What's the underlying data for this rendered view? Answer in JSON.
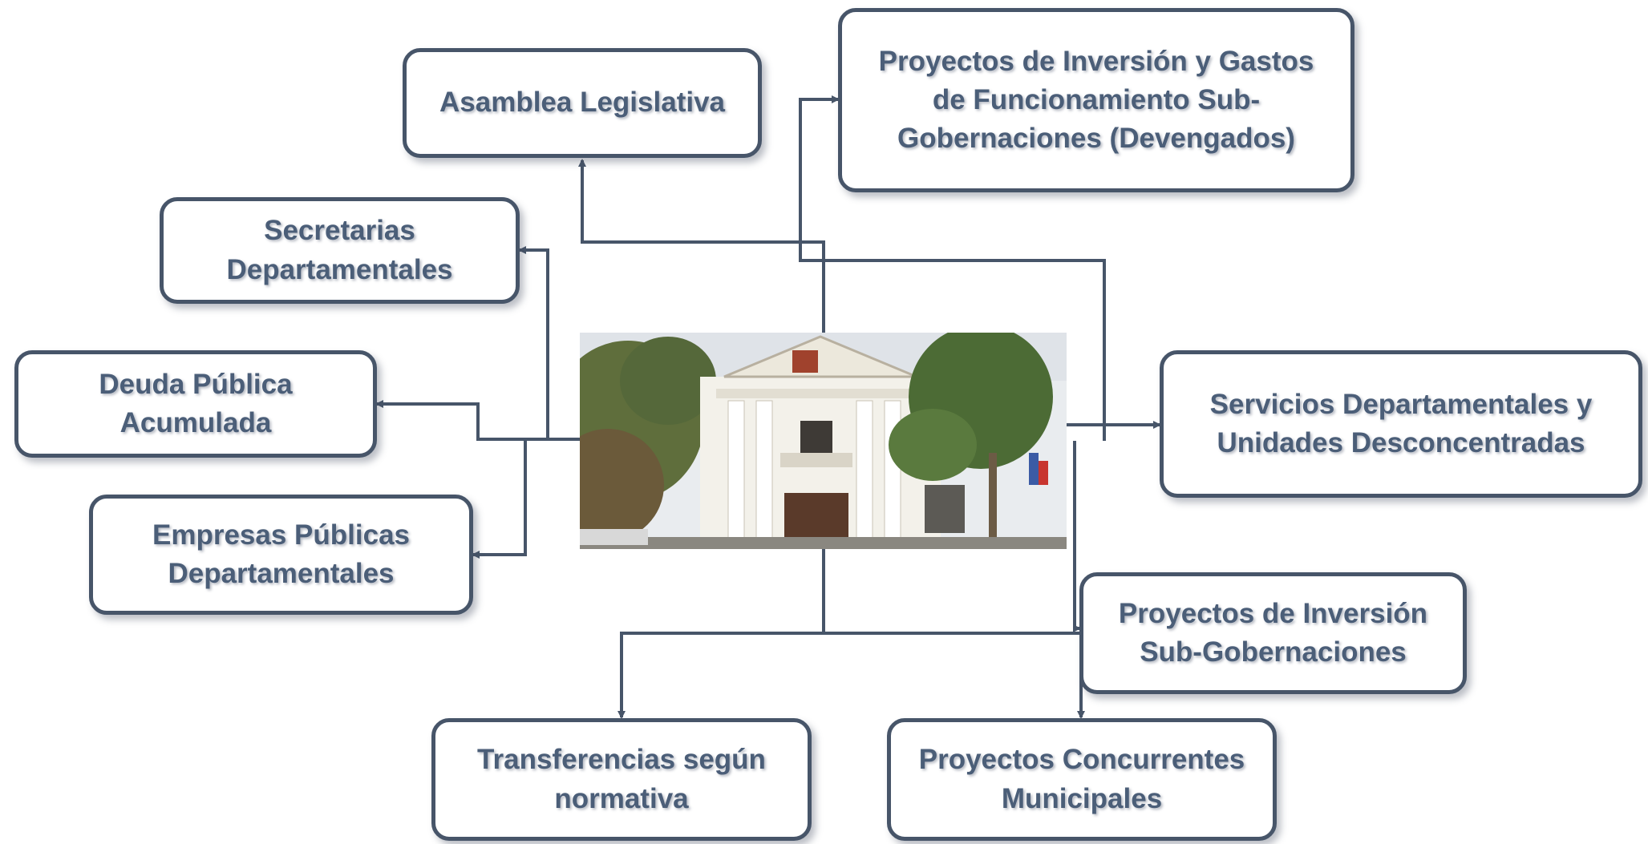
{
  "diagram": {
    "center_image": "government-building-photo",
    "line_color": "#475569",
    "text_color": "#4b5e78",
    "nodes": {
      "asamblea": "Asamblea Legislativa",
      "proyectos_gastos": [
        "Proyectos de Inversión y Gastos",
        "de Funcionamiento Sub-",
        "Gobernaciones (Devengados)"
      ],
      "secretarias": [
        "Secretarias",
        "Departamentales"
      ],
      "deuda": [
        "Deuda Pública",
        "Acumulada"
      ],
      "empresas": [
        "Empresas Públicas",
        "Departamentales"
      ],
      "servicios": [
        "Servicios Departamentales y",
        "Unidades Desconcentradas"
      ],
      "proyectos_sub": [
        "Proyectos de Inversión",
        "Sub-Gobernaciones"
      ],
      "transferencias": [
        "Transferencias según",
        "normativa"
      ],
      "concurrentes": [
        "Proyectos Concurrentes",
        "Municipales"
      ]
    }
  }
}
